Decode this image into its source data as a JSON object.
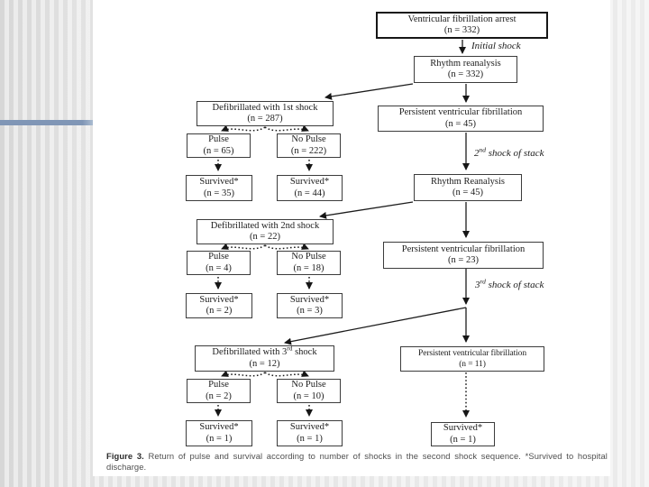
{
  "slide": {
    "accent_color": "#8096b6"
  },
  "flow": {
    "boxes": {
      "vf_arrest": {
        "line1": "Ventricular fibrillation arrest",
        "line2": "(n = 332)"
      },
      "rhythm1": {
        "line1": "Rhythm reanalysis",
        "line2": "(n = 332)"
      },
      "defib1": {
        "line1": "Defibrillated with 1st shock",
        "line2": "(n = 287)"
      },
      "pulse1": {
        "line1": "Pulse",
        "line2": "(n = 65)"
      },
      "nopulse1": {
        "line1": "No Pulse",
        "line2": "(n = 222)"
      },
      "survived1a": {
        "line1": "Survived*",
        "line2": "(n = 35)"
      },
      "survived1b": {
        "line1": "Survived*",
        "line2": "(n = 44)"
      },
      "pvf1": {
        "line1": "Persistent ventricular fibrillation",
        "line2": "(n = 45)"
      },
      "rhythm2": {
        "line1": "Rhythm Reanalysis",
        "line2": "(n = 45)"
      },
      "defib2": {
        "line1": "Defibrillated with 2nd shock",
        "line2": "(n = 22)"
      },
      "pulse2": {
        "line1": "Pulse",
        "line2": "(n = 4)"
      },
      "nopulse2": {
        "line1": "No Pulse",
        "line2": "(n = 18)"
      },
      "survived2a": {
        "line1": "Survived*",
        "line2": "(n = 2)"
      },
      "survived2b": {
        "line1": "Survived*",
        "line2": "(n = 3)"
      },
      "pvf2": {
        "line1": "Persistent ventricular fibrillation",
        "line2": "(n = 23)"
      },
      "defib3": {
        "line1_pre": "Defibrillated with 3",
        "line1_sup": "rd",
        "line1_post": " shock",
        "line2": "(n = 12)"
      },
      "pulse3": {
        "line1": "Pulse",
        "line2": "(n = 2)"
      },
      "nopulse3": {
        "line1": "No Pulse",
        "line2": "(n = 10)"
      },
      "survived3a": {
        "line1": "Survived*",
        "line2": "(n = 1)"
      },
      "survived3b": {
        "line1": "Survived*",
        "line2": "(n = 1)"
      },
      "pvf3": {
        "line1": "Persistent ventricular fibrillation",
        "line2": "(n = 11)"
      },
      "survived3c": {
        "line1": "Survived*",
        "line2": "(n = 1)"
      }
    },
    "labels": {
      "initial_shock": "Initial shock",
      "shock2_pre": "2",
      "shock2_sup": "nd",
      "shock2_post": " shock of stack",
      "shock3_pre": "3",
      "shock3_sup": "rd",
      "shock3_post": " shock of stack"
    },
    "caption": {
      "label": "Figure 3.",
      "text": " Return of pulse and survival according to number of shocks in the second shock sequence. *Survived to hospital discharge."
    }
  }
}
